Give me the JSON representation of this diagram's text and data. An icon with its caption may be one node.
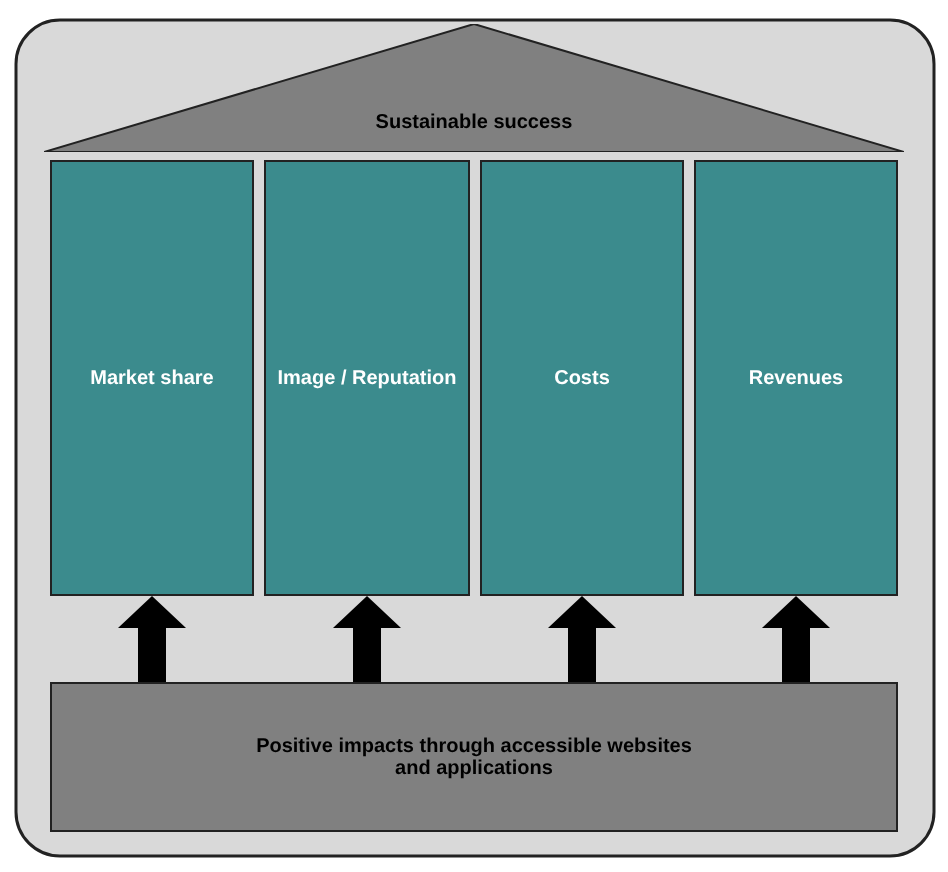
{
  "diagram": {
    "nodes": [
      {
        "text": [
          "Sustainable success"
        ]
      },
      {
        "text": [
          "Market share"
        ]
      },
      {
        "text": [
          "Image / Reputation"
        ]
      },
      {
        "text": [
          "Costs"
        ]
      },
      {
        "text": [
          "Revenues"
        ]
      },
      {
        "text": [
          "Positive impacts through accessible websites and applications"
        ]
      }
    ],
    "edges": [
      {
        "from": 5,
        "to": 1,
        "arrow": "to"
      },
      {
        "from": 5,
        "to": 2,
        "arrow": "to"
      },
      {
        "from": 5,
        "to": 3,
        "arrow": "to"
      },
      {
        "from": 5,
        "to": 4,
        "arrow": "to"
      }
    ]
  }
}
